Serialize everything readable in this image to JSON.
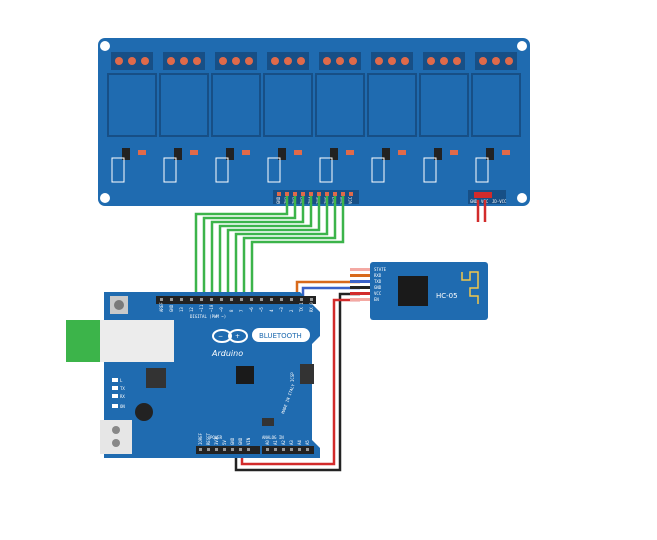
{
  "relay_module": {
    "pin_labels": [
      "GND",
      "IN1",
      "IN2",
      "IN3",
      "IN4",
      "IN5",
      "IN6",
      "IN7",
      "IN8",
      "VCC"
    ],
    "jumper_labels": [
      "GND",
      "VCC",
      "JD-VCC"
    ]
  },
  "arduino": {
    "brand": "Arduino",
    "badge": "BLUETOOTH",
    "digital_label": "DIGITAL (PWM ~)",
    "power_label": "POWER",
    "analog_label": "ANALOG IN",
    "icsp_label": "ICSP",
    "made_in": "MADE IN ITALY",
    "on_label": "ON",
    "digital_pins": [
      "AREF",
      "GND",
      "13",
      "12",
      "~11",
      "~10",
      "~9",
      "8",
      "7",
      "~6",
      "~5",
      "4",
      "~3",
      "2",
      "TX 1",
      "RX 0"
    ],
    "power_pins": [
      "IOREF",
      "RESET",
      "3V3",
      "5V",
      "GND",
      "GND",
      "VIN"
    ],
    "analog_pins": [
      "A0",
      "A1",
      "A2",
      "A3",
      "A4",
      "A5"
    ],
    "led_labels": [
      "L",
      "TX",
      "RX"
    ]
  },
  "bluetooth_module": {
    "model": "HC-05",
    "pins": [
      "STATE",
      "RXD",
      "TXD",
      "GND",
      "VCC",
      "EN"
    ]
  },
  "colors": {
    "board_blue": "#1f6bb0",
    "board_dark": "#174f86",
    "wire_green": "#3cb44a",
    "wire_red": "#d22b2b",
    "wire_black": "#222222",
    "wire_orange": "#d86a1c",
    "wire_blue": "#3a62c9"
  }
}
